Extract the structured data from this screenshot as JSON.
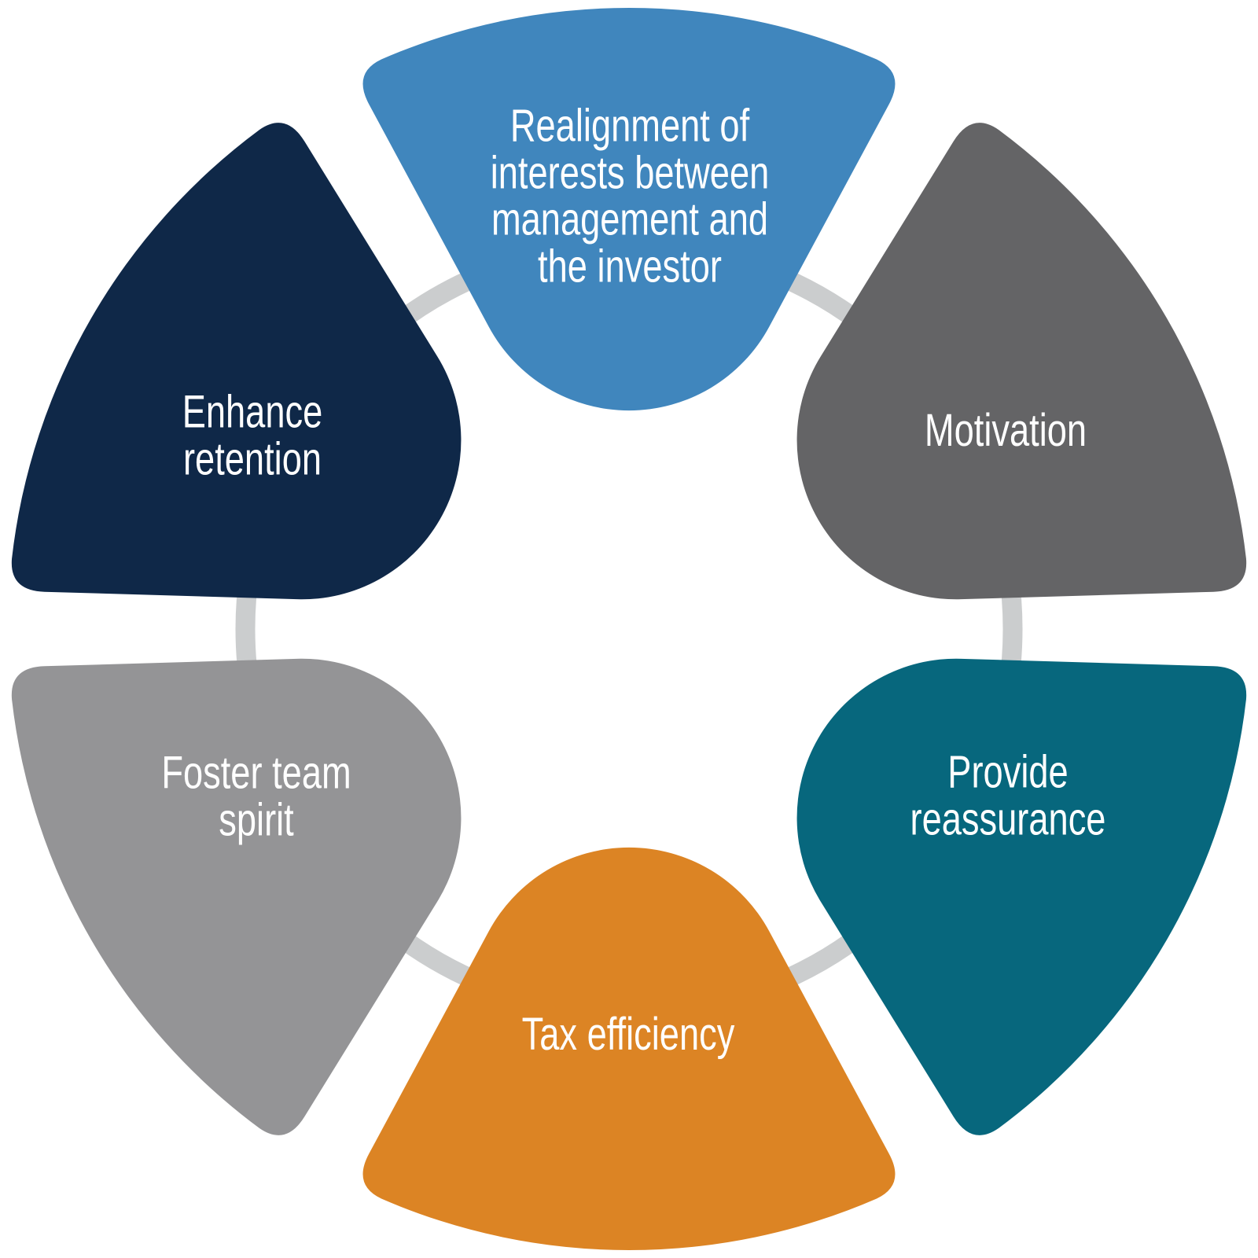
{
  "diagram": {
    "background_color": "#ffffff",
    "connector_color": "#cbcdce",
    "text_color": "#ffffff",
    "segments": [
      {
        "id": "realignment",
        "position": "top",
        "label": "Realignment of\ninterests between\nmanagement and\nthe investor",
        "color": "#4086bd"
      },
      {
        "id": "motivation",
        "position": "upper-right",
        "label": "Motivation",
        "color": "#646466"
      },
      {
        "id": "provide-reassurance",
        "position": "lower-right",
        "label": "Provide\nreassurance",
        "color": "#07677d"
      },
      {
        "id": "tax-efficiency",
        "position": "bottom",
        "label": "Tax efficiency",
        "color": "#dc8424"
      },
      {
        "id": "foster-team-spirit",
        "position": "lower-left",
        "label": "Foster team\nspirit",
        "color": "#949496"
      },
      {
        "id": "enhance-retention",
        "position": "upper-left",
        "label": "Enhance\nretention",
        "color": "#0f2848"
      }
    ]
  }
}
